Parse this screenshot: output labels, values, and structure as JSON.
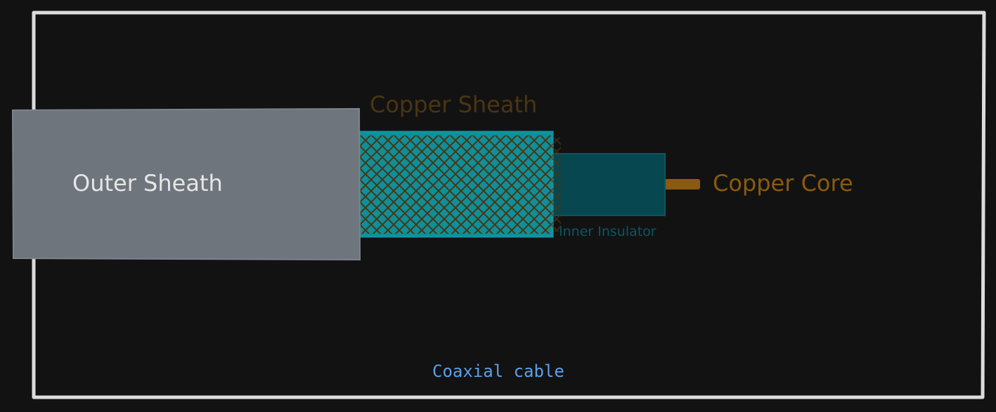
{
  "diagram": {
    "title": "Coaxial cable",
    "labels": {
      "outer_sheath": "Outer Sheath",
      "copper_sheath": "Copper Sheath",
      "inner_insulator": "Inner Insulator",
      "copper_core": "Copper Core"
    },
    "colors": {
      "background": "#121212",
      "frame": "#dcdcdc",
      "outer_sheath_fill": "#6f757d",
      "outer_sheath_text": "#e6e6e6",
      "copper_sheath_fill": "#0f8f99",
      "copper_sheath_hatch": "#4a3513",
      "copper_sheath_text": "#4a3513",
      "inner_insulator_fill": "#074750",
      "inner_insulator_text": "#0e5660",
      "copper_core_fill": "#8a5a10",
      "copper_core_text": "#8a5a10",
      "title_text": "#5aa0e6"
    }
  }
}
